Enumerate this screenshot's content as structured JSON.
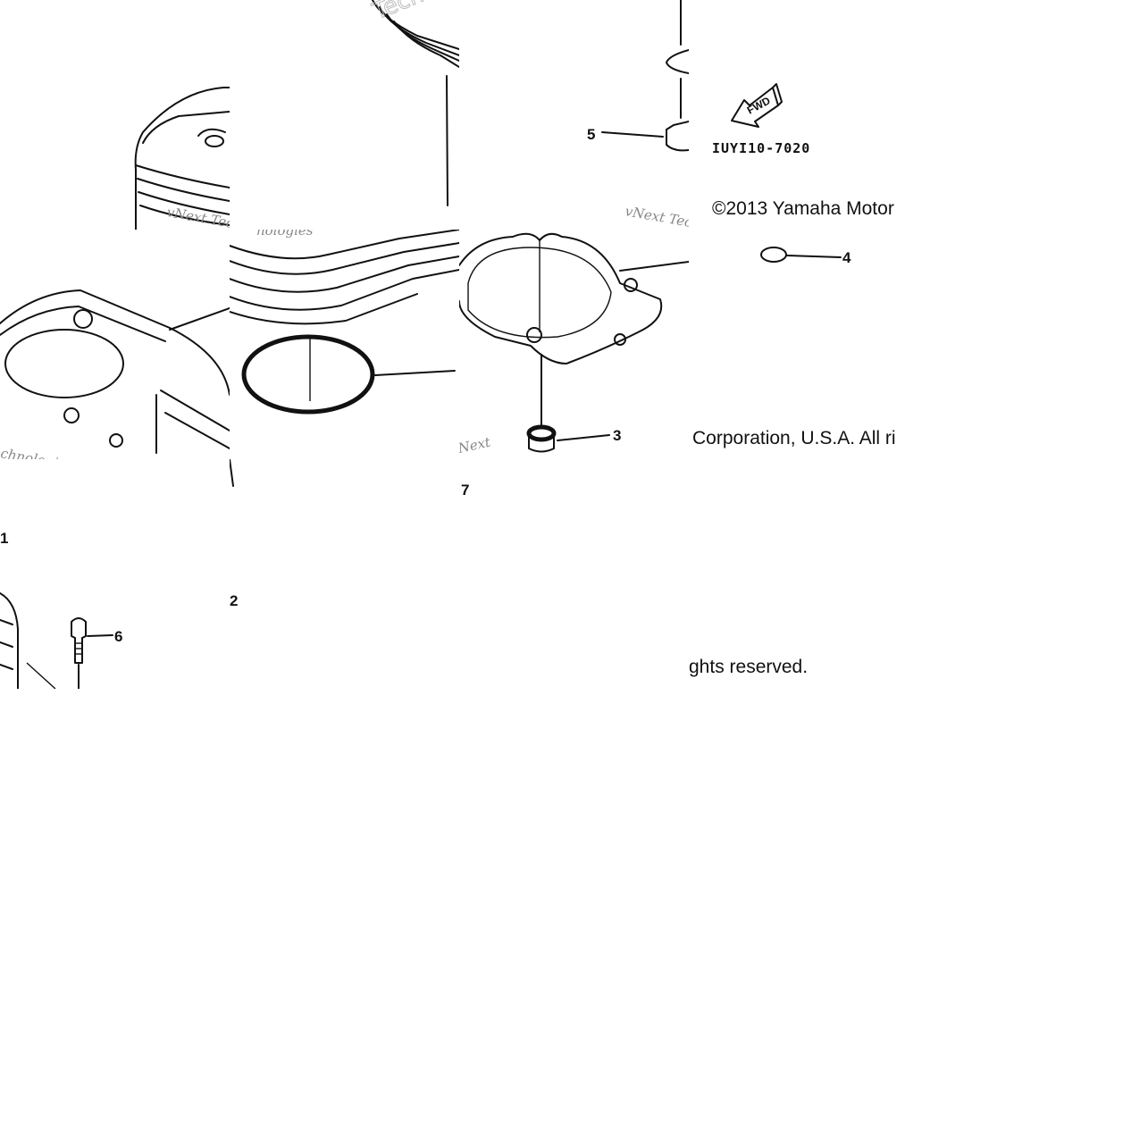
{
  "diagram": {
    "callouts": {
      "c1": "1",
      "c2": "2",
      "c3": "3",
      "c4": "4",
      "c5": "5",
      "c6": "6",
      "c7": "7"
    },
    "diagram_code": "IUYI10-7020",
    "fwd_label": "FWD",
    "copyright_line_1": "©2013 Yamaha Motor",
    "copyright_line_2": "Corporation, U.S.A. All ri",
    "copyright_line_3": "ghts reserved.",
    "watermarks": {
      "vnext_technologies": "vNext Technologies",
      "vnext": "vNext",
      "technologies": "Technologies",
      "techno": "Techno",
      "next": "Next",
      "chnologies": "chnologies",
      "nologies": "nologies"
    }
  }
}
